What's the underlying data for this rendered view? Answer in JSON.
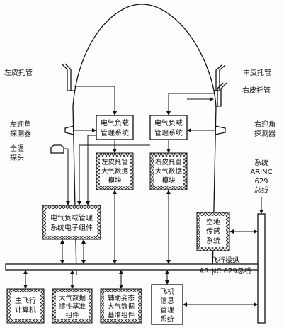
{
  "labels": {
    "left_pitot": "左皮托管",
    "mid_pitot": "中皮托管",
    "right_pitot": "右皮托管",
    "left_aoa": [
      "左迎角",
      "探测器"
    ],
    "right_aoa": [
      "右迎角",
      "探测器"
    ],
    "total_temp": [
      "全温",
      "探头"
    ],
    "elms_left": [
      "电气负载",
      "管理系统"
    ],
    "elms_right": [
      "电气负载",
      "管理系统"
    ],
    "adm_left": [
      "左皮托管",
      "大气数据",
      "模块"
    ],
    "adm_right": [
      "右皮托管",
      "大气数据",
      "模块"
    ],
    "elms_electronics": [
      "电气负载管理",
      "系统电子组件"
    ],
    "ground_sensor": [
      "空地",
      "传感",
      "系统"
    ],
    "arinc_system": [
      "系统",
      "ARINC",
      "629",
      "总线"
    ],
    "flight_bus": [
      "飞行操纵",
      "ARINC 629总线"
    ],
    "fcc": [
      "主飞行",
      "计算机"
    ],
    "adiru": [
      "大气数据",
      "惯性基准",
      "组件"
    ],
    "sahru": [
      "辅助姿态",
      "大气数据",
      "基准组件"
    ],
    "aims": [
      "飞机",
      "信息",
      "管理",
      "系统"
    ]
  }
}
